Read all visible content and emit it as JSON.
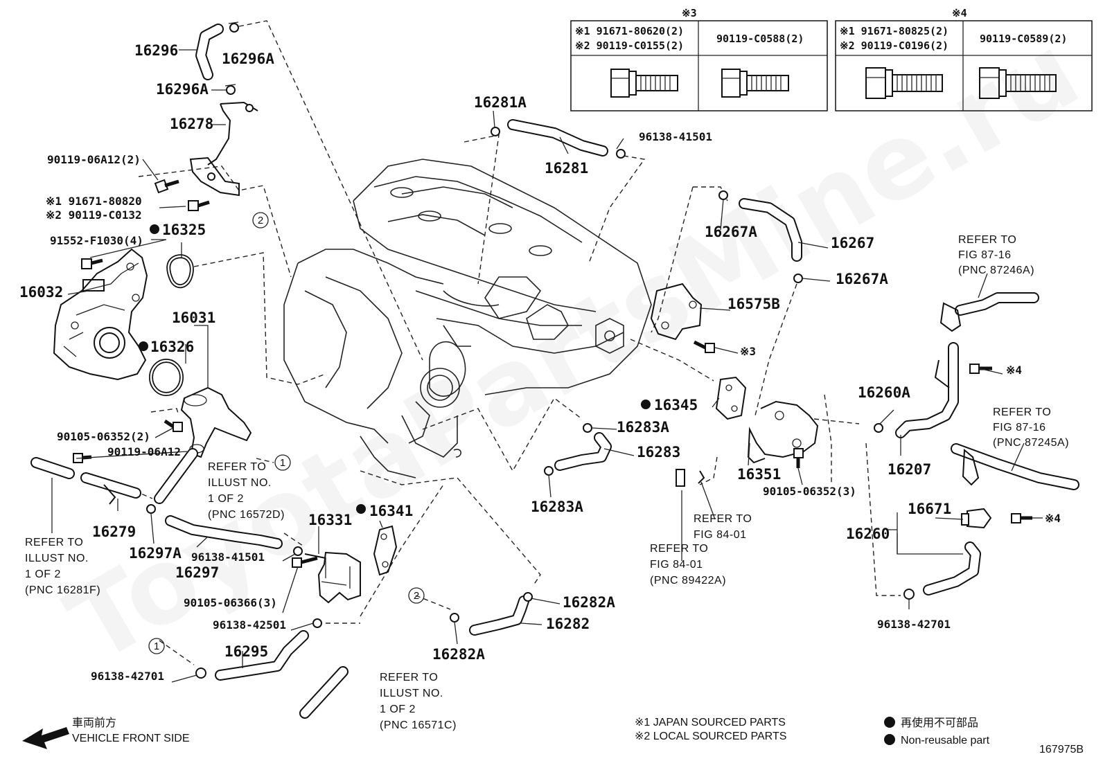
{
  "watermark": "ToyotaPartsMine.ru",
  "tables": [
    {
      "mark": "※3",
      "rows": [
        [
          "※1 91671-80620(2)",
          "※2 90119-C0155(2)"
        ]
      ],
      "right": "90119-C0588(2)"
    },
    {
      "mark": "※4",
      "rows": [
        [
          "※1 91671-80825(2)",
          "※2 90119-C0196(2)"
        ]
      ],
      "right": "90119-C0589(2)"
    }
  ],
  "parts": {
    "p16296": "16296",
    "p16296A_a": "16296A",
    "p16296A_b": "16296A",
    "p16278": "16278",
    "p9011906A12_2": "90119-06A12(2)",
    "m1_91671": "※1 91671-80820",
    "m2_90119": "※2 90119-C0132",
    "p91552": "91552-F1030(4)",
    "p16325": "16325",
    "p16032": "16032",
    "p16031": "16031",
    "p16326": "16326",
    "p9010506352_2": "90105-06352(2)",
    "p9011906A12": "90119-06A12",
    "p16279": "16279",
    "p16297A": "16297A",
    "p16297": "16297",
    "p9613841501_a": "96138-41501",
    "p16331": "16331",
    "p16341": "16341",
    "p9010506366": "90105-06366(3)",
    "p9613842501": "96138-42501",
    "p16295": "16295",
    "p9613842701_a": "96138-42701",
    "p16281A": "16281A",
    "p16281": "16281",
    "p9613841501_b": "96138-41501",
    "p16267A_a": "16267A",
    "p16267": "16267",
    "p16267A_b": "16267A",
    "p16575B": "16575B",
    "mark3": "※3",
    "p16345": "16345",
    "p16283A_a": "16283A",
    "p16283": "16283",
    "p16283A_b": "16283A",
    "p16351": "16351",
    "p9010506352_3": "90105-06352(3)",
    "p16282A_a": "16282A",
    "p16282": "16282",
    "p16282A_b": "16282A",
    "p16260A": "16260A",
    "p16207": "16207",
    "mark4_a": "※4",
    "mark4_b": "※4",
    "p16671": "16671",
    "p16260": "16260",
    "p9613842701_b": "96138-42701",
    "circle1": "1",
    "circle2": "2"
  },
  "refs": {
    "r1": [
      "REFER TO",
      "ILLUST NO.",
      "1 OF 2",
      "(PNC 16572D)"
    ],
    "r2": [
      "REFER TO",
      "ILLUST NO.",
      "1 OF 2",
      "(PNC 16281F)"
    ],
    "r3": [
      "REFER TO",
      "ILLUST NO.",
      "1 OF 2",
      "(PNC 16571C)"
    ],
    "r4": [
      "REFER TO",
      "FIG 84-01"
    ],
    "r5": [
      "REFER TO",
      "FIG 84-01",
      "(PNC 89422A)"
    ],
    "r6": [
      "REFER TO",
      "FIG 87-16",
      "(PNC 87246A)"
    ],
    "r7": [
      "REFER TO",
      "FIG 87-16",
      "(PNC 87245A)"
    ]
  },
  "legend": {
    "note1": "※1  JAPAN SOURCED PARTS",
    "note2": "※2  LOCAL SOURCED PARTS",
    "reuse_jp": "再使用不可部品",
    "reuse_en": "Non-reusable part",
    "front_jp": "車両前方",
    "front_en": "VEHICLE FRONT SIDE",
    "figure_no": "167975B"
  }
}
